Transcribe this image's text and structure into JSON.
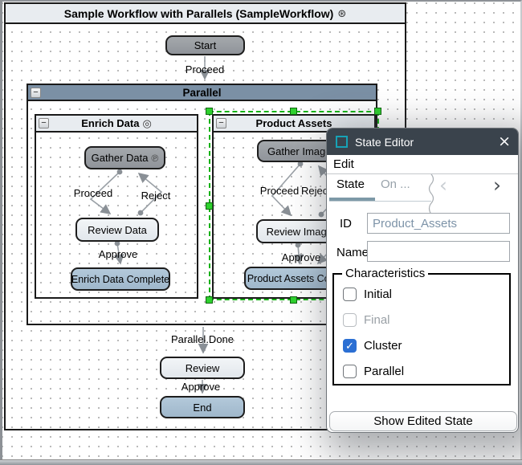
{
  "ui": {
    "collapse_glyph": "−"
  },
  "workflow": {
    "title": "Sample Workflow with Parallels (SampleWorkflow)",
    "title_badge": "⊛",
    "start": "Start",
    "proceed_top": "Proceed",
    "parallel_done": "Parallel.Done",
    "review": "Review",
    "approve_bottom": "Approve",
    "end": "End"
  },
  "parallel": {
    "title": "Parallel"
  },
  "enrich": {
    "title": "Enrich Data",
    "badge": "◎",
    "gather": "Gather Data",
    "gather_badge": "℗",
    "review": "Review Data",
    "complete": "Enrich Data Complete",
    "proceed": "Proceed",
    "reject": "Reject",
    "approve": "Approve"
  },
  "product": {
    "title": "Product Assets",
    "gather": "Gather Images",
    "review": "Review Images",
    "complete": "Product Assets Complete",
    "proceed": "Proceed",
    "reject": "Reject",
    "approve": "Approve"
  },
  "dialog": {
    "title": "State Editor",
    "close": "×",
    "menu_edit": "Edit",
    "tab_state": "State",
    "tab_on": "On ...",
    "nav_prev": "‹",
    "nav_next": "›",
    "id_label": "ID",
    "id_value": "Product_Assets",
    "name_label": "Name",
    "name_value": "",
    "characteristics": {
      "legend": "Characteristics",
      "items": [
        {
          "label": "Initial",
          "checked": false,
          "disabled": false,
          "check": ""
        },
        {
          "label": "Final",
          "checked": false,
          "disabled": true,
          "check": ""
        },
        {
          "label": "Cluster",
          "checked": true,
          "disabled": false,
          "check": "✓"
        },
        {
          "label": "Parallel",
          "checked": false,
          "disabled": false,
          "check": ""
        }
      ]
    },
    "action_button": "Show Edited State"
  },
  "colors": {
    "accent_teal": "#17a2b6",
    "check_blue": "#2b6fd3",
    "selection_green": "#2ed12e",
    "parallel_header": "#7b90a5",
    "dialog_titlebar": "#3a434c"
  }
}
